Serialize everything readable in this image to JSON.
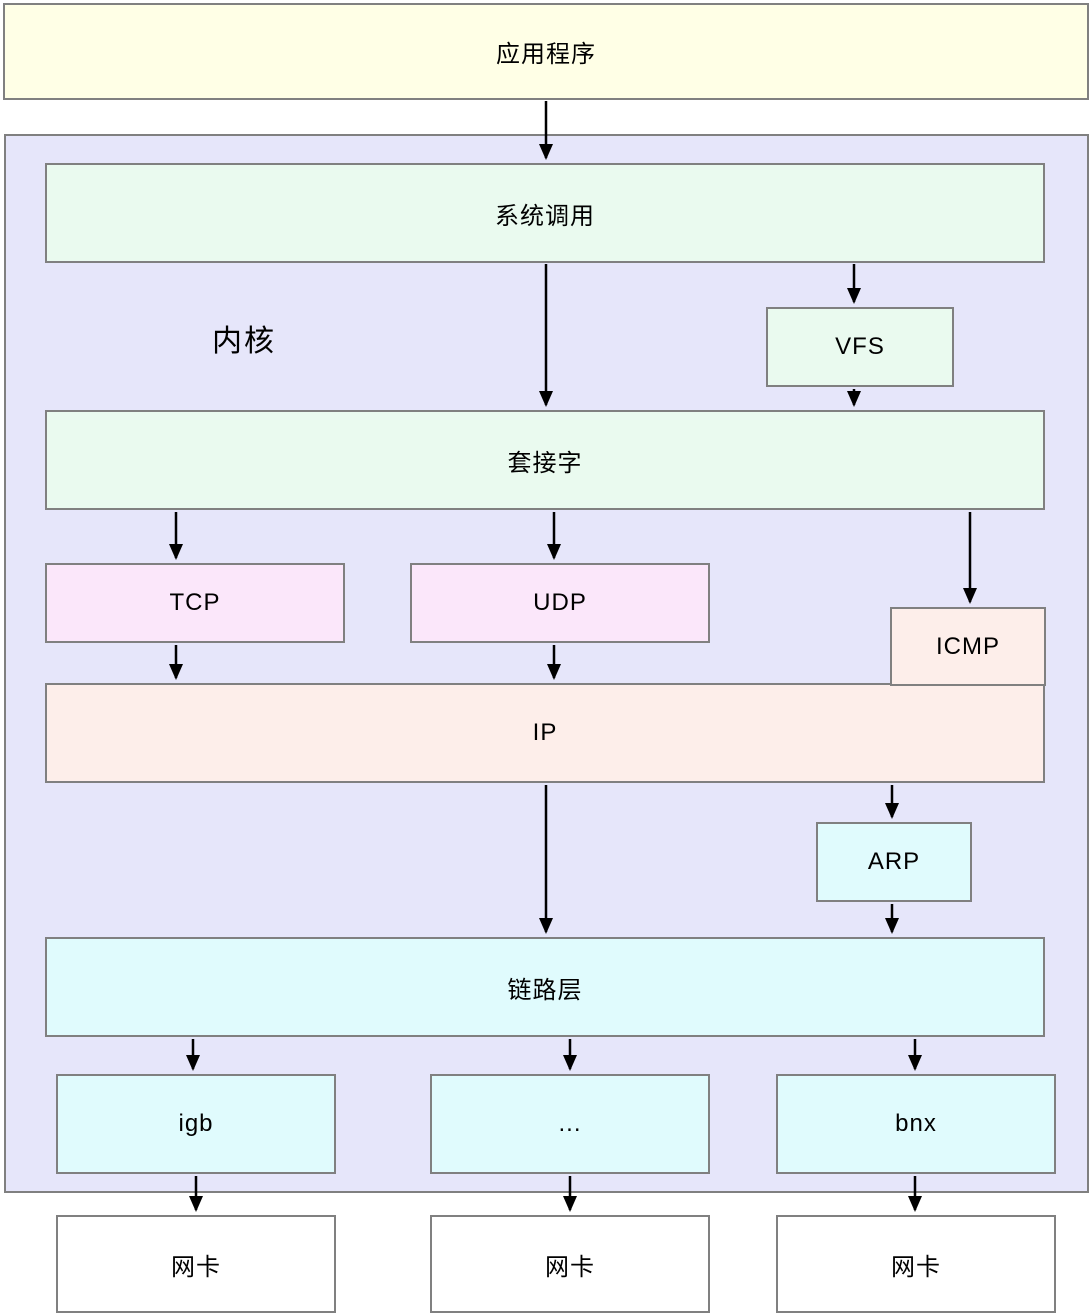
{
  "diagram": {
    "title_hint": "Linux network stack diagram",
    "kernel_label": "内核",
    "nodes": {
      "app": {
        "label": "应用程序"
      },
      "syscall": {
        "label": "系统调用"
      },
      "vfs": {
        "label": "VFS"
      },
      "socket": {
        "label": "套接字"
      },
      "tcp": {
        "label": "TCP"
      },
      "udp": {
        "label": "UDP"
      },
      "icmp": {
        "label": "ICMP"
      },
      "ip": {
        "label": "IP"
      },
      "arp": {
        "label": "ARP"
      },
      "link": {
        "label": "链路层"
      },
      "igb": {
        "label": "igb"
      },
      "dots": {
        "label": "..."
      },
      "bnx": {
        "label": "bnx"
      },
      "nic1": {
        "label": "网卡"
      },
      "nic2": {
        "label": "网卡"
      },
      "nic3": {
        "label": "网卡"
      }
    },
    "edges": [
      "应用程序→系统调用",
      "系统调用→套接字",
      "系统调用→VFS",
      "VFS→套接字",
      "套接字→TCP",
      "套接字→UDP",
      "套接字→ICMP",
      "TCP→IP",
      "UDP→IP",
      "IP→链路层",
      "IP→ARP",
      "ARP→链路层",
      "链路层→igb",
      "链路层→...",
      "链路层→bnx",
      "igb→网卡",
      "...→网卡",
      "bnx→网卡"
    ],
    "colors": {
      "app_fill": "#FFFFE6",
      "kernel_fill": "#E6E6FA",
      "green_fill": "#EAFAEF",
      "pink_fill": "#FBE7FA",
      "peach_fill": "#FDEEEA",
      "cyan_fill": "#E0FBFD",
      "nic_fill": "#FFFFFF",
      "border": "#808080",
      "arrow": "#000000"
    }
  }
}
